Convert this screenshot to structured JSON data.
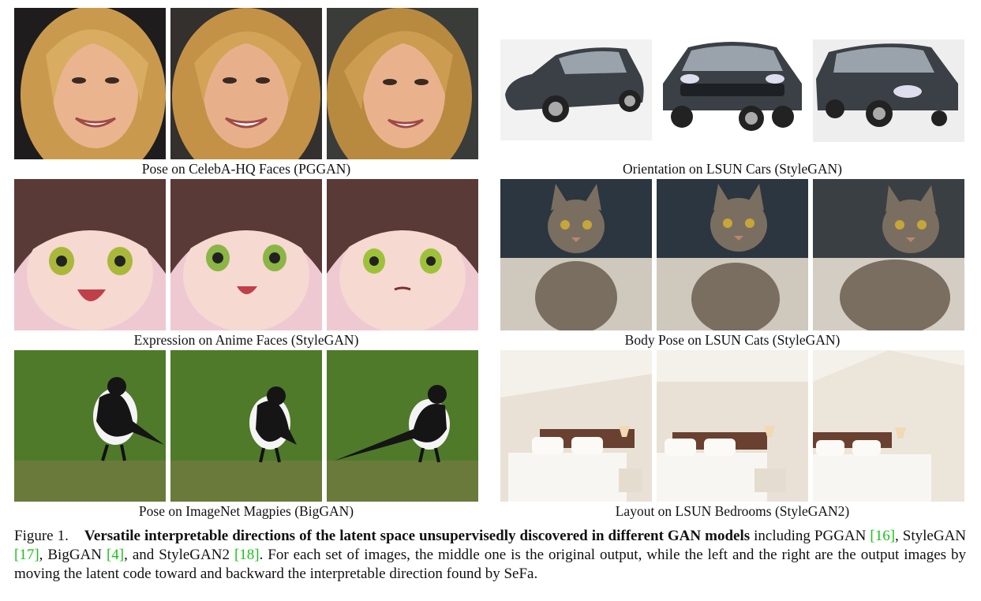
{
  "panels": {
    "faces": {
      "caption": "Pose on CelebA-HQ Faces (PGGAN)"
    },
    "cars": {
      "caption": "Orientation on LSUN Cars (StyleGAN)"
    },
    "anime": {
      "caption": "Expression on Anime Faces (StyleGAN)"
    },
    "cats": {
      "caption": "Body Pose on LSUN Cats  (StyleGAN)"
    },
    "magpies": {
      "caption": "Pose on ImageNet Magpies (BigGAN)"
    },
    "bedrooms": {
      "caption": "Layout on LSUN Bedrooms  (StyleGAN2)"
    }
  },
  "figure_caption": {
    "label": "Figure 1.",
    "bold": "Versatile interpretable directions of the latent space unsupervisedly discovered in different GAN models",
    "t1": " including PGGAN ",
    "r1": "[16]",
    "t2": ", StyleGAN ",
    "r2": "[17]",
    "t3": ", BigGAN ",
    "r3": "[4]",
    "t4": ", and StyleGAN2 ",
    "r4": "[18]",
    "t5": ". For each set of images, the middle one is the original output, while the left and the right are the output images by moving the latent code toward and backward the interpretable direction found by SeFa."
  },
  "colors": {
    "ref_link": "#19c219",
    "hair": "#c99a4e",
    "anime_hair": "#5a3a36",
    "car_body": "#3b4046",
    "cat_fur": "#7a6e60",
    "grass": "#4f7a2a",
    "wall": "#e9e1d6"
  },
  "icons": [
    "face-image",
    "car-image",
    "anime-image",
    "cat-image",
    "magpie-image",
    "bedroom-image"
  ]
}
